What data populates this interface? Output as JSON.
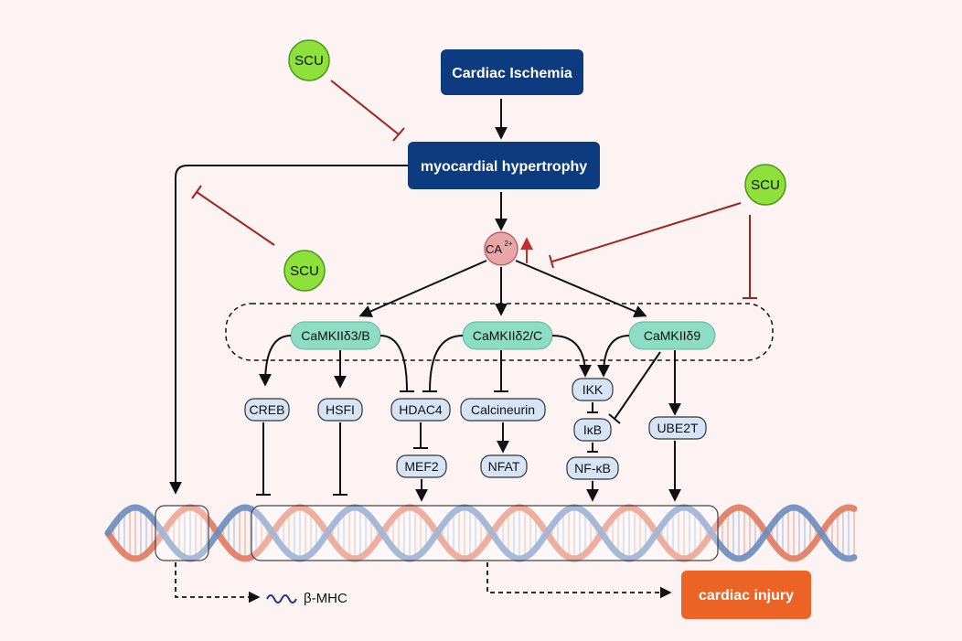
{
  "top": {
    "cardiac_ischemia": "Cardiac Ischemia",
    "myocardial_hypertrophy": "myocardial hypertrophy"
  },
  "scu": {
    "left_top": "SCU",
    "left_mid": "SCU",
    "right": "SCU"
  },
  "calcium": {
    "label": "CA",
    "superscript": "2+"
  },
  "isoforms": {
    "d3b": "CaMKIIδ3/B",
    "d2c": "CaMKIIδ2/C",
    "d9": "CaMKIIδ9"
  },
  "targets": {
    "creb": "CREB",
    "hsfi": "HSFI",
    "hdac4": "HDAC4",
    "mef2": "MEF2",
    "calcineurin": "Calcineurin",
    "nfat": "NFAT",
    "ikk": "IKK",
    "ikb": "IκB",
    "nfkb": "NF-κB",
    "ube2t": "UBE2T"
  },
  "outcomes": {
    "beta_mhc": "β-MHC",
    "cardiac_injury": "cardiac injury"
  },
  "colors": {
    "navy": "#0d3b80",
    "scu_green": "#8ee03a",
    "teal": "#8ddcc4",
    "pill_blue": "#d6e4f7",
    "inhibit_red": "#a3231b",
    "injury_orange": "#ec6425",
    "calcium_pink": "#e9a5a8",
    "dna_orange": "#e07a5f",
    "dna_blue": "#6b8cc0"
  }
}
